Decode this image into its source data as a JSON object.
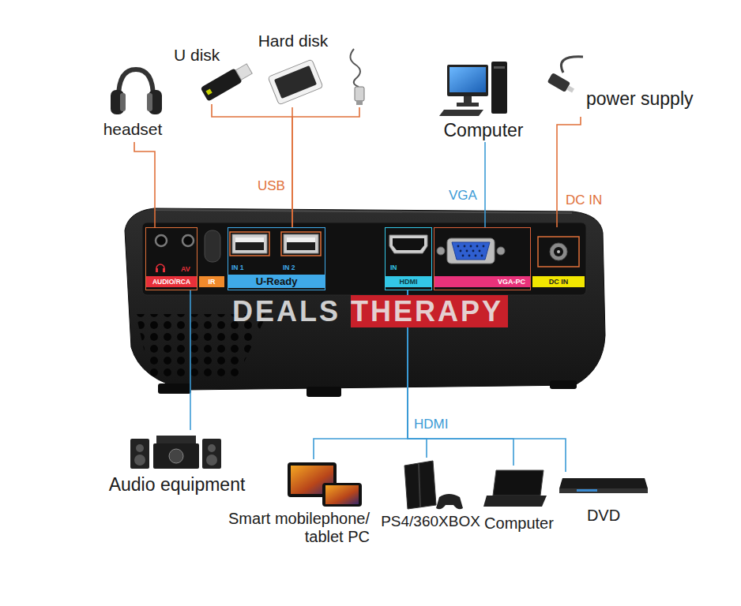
{
  "diagram": {
    "nodes": [
      {
        "text": [
          "headset"
        ]
      },
      {
        "text": [
          "U disk"
        ]
      },
      {
        "text": [
          "Hard disk"
        ]
      },
      {
        "text": [
          "Computer"
        ]
      },
      {
        "text": [
          "power supply"
        ]
      },
      {
        "text": [
          "AV",
          "AUDIO/RCA"
        ]
      },
      {
        "text": [
          "IR"
        ]
      },
      {
        "text": [
          "IN 1",
          "IN 2",
          "U-Ready"
        ]
      },
      {
        "text": [
          "IN",
          "HDMI"
        ]
      },
      {
        "text": [
          "VGA-PC"
        ]
      },
      {
        "text": [
          "DC IN"
        ]
      },
      {
        "text": [
          "Audio equipment"
        ]
      },
      {
        "text": [
          "Smart mobilephone/ tablet PC"
        ]
      },
      {
        "text": [
          "PS4/360XBOX"
        ]
      },
      {
        "text": [
          "Computer"
        ]
      },
      {
        "text": [
          "DVD"
        ]
      }
    ],
    "edges": [
      {
        "from": 0,
        "to": 5,
        "arrow": "none"
      },
      {
        "from": 1,
        "to": 7,
        "arrow": "none"
      },
      {
        "from": 2,
        "to": 7,
        "arrow": "none"
      },
      {
        "from": 3,
        "to": 9,
        "arrow": "none"
      },
      {
        "from": 4,
        "to": 10,
        "arrow": "none"
      },
      {
        "from": 5,
        "to": 11,
        "arrow": "none"
      },
      {
        "from": 8,
        "to": 12,
        "arrow": "none"
      },
      {
        "from": 8,
        "to": 13,
        "arrow": "none"
      },
      {
        "from": 8,
        "to": 14,
        "arrow": "none"
      },
      {
        "from": 8,
        "to": 15,
        "arrow": "none"
      }
    ],
    "labels": [
      "USB",
      "VGA",
      "DC IN",
      "HDMI",
      "DEALS THERAPY"
    ]
  }
}
